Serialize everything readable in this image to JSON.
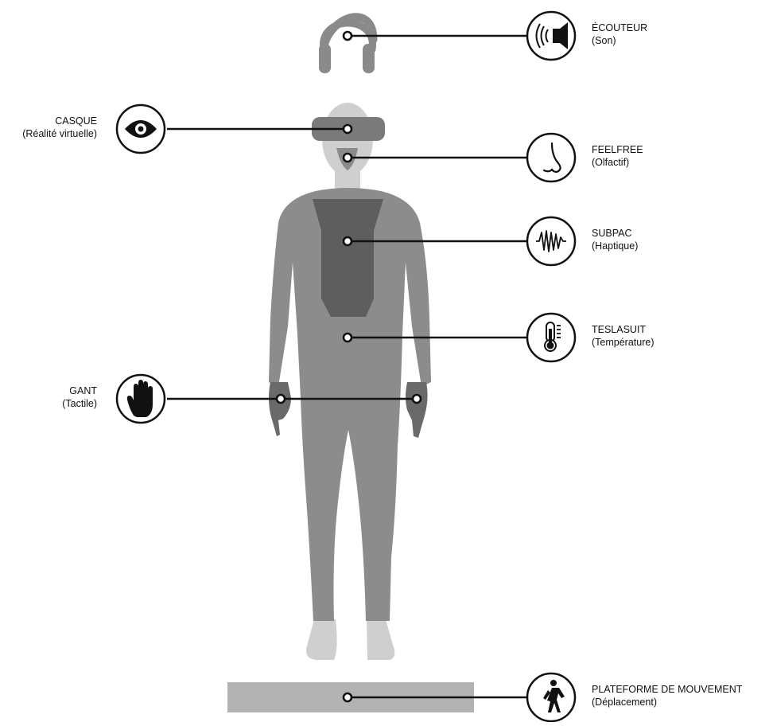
{
  "devices": [
    {
      "id": "ecouteur",
      "title": "ÉCOUTEUR",
      "subtitle": "(Son)",
      "icon": "speaker-icon"
    },
    {
      "id": "casque",
      "title": "CASQUE",
      "subtitle": "(Réalité virtuelle)",
      "icon": "eye-icon"
    },
    {
      "id": "feelfree",
      "title": "FEELFREE",
      "subtitle": "(Olfactif)",
      "icon": "nose-icon"
    },
    {
      "id": "subpac",
      "title": "SUBPAC",
      "subtitle": "(Haptique)",
      "icon": "waveform-icon"
    },
    {
      "id": "teslasuit",
      "title": "TESLASUIT",
      "subtitle": "(Température)",
      "icon": "thermometer-icon"
    },
    {
      "id": "gant",
      "title": "GANT",
      "subtitle": "(Tactile)",
      "icon": "hand-icon"
    },
    {
      "id": "plateforme",
      "title": "PLATEFORME DE MOUVEMENT",
      "subtitle": "(Déplacement)",
      "icon": "walking-person-icon"
    }
  ],
  "colors": {
    "line": "#111111",
    "skin": "#cfcfcf",
    "suit": "#8c8c8c",
    "vest": "#5e5e5e",
    "headset": "#7a7a7a",
    "headphones": "#8a8a8a",
    "glove": "#6a6a6a",
    "platform": "#b3b3b3"
  }
}
